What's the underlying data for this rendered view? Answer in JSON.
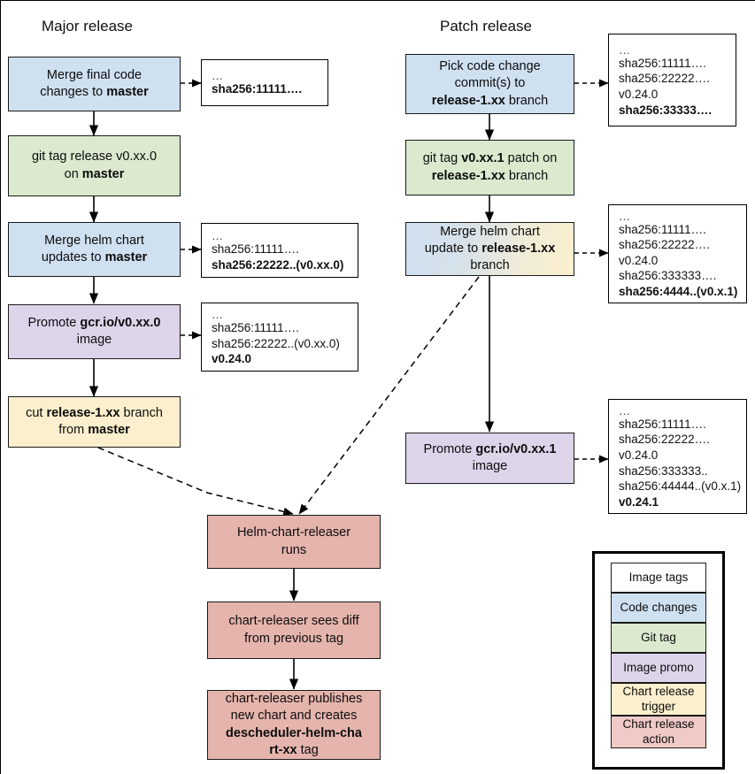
{
  "columns": {
    "major": {
      "title": "Major release"
    },
    "patch": {
      "title": "Patch release"
    }
  },
  "major_flow": [
    {
      "id": "merge-final-code",
      "type": "code-changes",
      "color": "#cfe0f1",
      "lines": [
        {
          "t": "Merge final code",
          "b": false
        },
        {
          "t": "changes to ",
          "b": false,
          "bold_tail": "master"
        }
      ]
    },
    {
      "id": "git-tag-release",
      "type": "git-tag",
      "color": "#dbeacf",
      "lines": [
        {
          "t": "git tag release v0.xx.0"
        },
        {
          "t": "on ",
          "bold_tail": "master"
        }
      ]
    },
    {
      "id": "merge-helm-chart-master",
      "type": "code-changes",
      "color": "#cfe0f1",
      "lines": [
        {
          "t": "Merge helm chart"
        },
        {
          "t": "updates to ",
          "bold_tail": "master"
        }
      ]
    },
    {
      "id": "promote-image-major",
      "type": "image-promo",
      "color": "#ddd4ea",
      "lines": [
        {
          "t": "Promote ",
          "bold_tail": "gcr.io/v0.xx.0"
        },
        {
          "t": "image"
        }
      ]
    },
    {
      "id": "cut-release-branch",
      "type": "chart-release-trigger",
      "color": "#fcefcd",
      "lines": [
        {
          "t": "cut ",
          "bold_mid": "release-1.xx",
          "tail": " branch"
        },
        {
          "t": "from ",
          "bold_tail": "master"
        }
      ]
    }
  ],
  "patch_flow": [
    {
      "id": "pick-code-change",
      "type": "code-changes",
      "color": "#cfe0f1",
      "lines": [
        {
          "t": "Pick code change"
        },
        {
          "t": "commit(s) to"
        },
        {
          "bold_lead": "release-1.xx",
          "tail": " branch"
        }
      ]
    },
    {
      "id": "git-tag-patch",
      "type": "git-tag",
      "color": "#dbeacf",
      "lines": [
        {
          "t": "git tag ",
          "bold_mid": "v0.xx.1",
          "tail": " patch on"
        },
        {
          "bold_lead": "release-1.xx",
          "tail": " branch"
        }
      ]
    },
    {
      "id": "merge-helm-chart-release",
      "type": "code-changes-and-trigger",
      "color": "gradient",
      "lines": [
        {
          "t": "Merge helm chart"
        },
        {
          "t": "update to ",
          "bold_tail": "release-1.xx"
        },
        {
          "t": "branch"
        }
      ]
    },
    {
      "id": "promote-image-patch",
      "type": "image-promo",
      "color": "#ddd4ea",
      "lines": [
        {
          "t": "Promote ",
          "bold_tail": "gcr.io/v0.xx.1"
        },
        {
          "t": "image"
        }
      ]
    }
  ],
  "bottom_flow": [
    {
      "id": "helm-chart-releaser-runs",
      "type": "chart-release-action",
      "color": "#e5b4ad",
      "lines": [
        {
          "t": "Helm-chart-releaser"
        },
        {
          "t": "runs"
        }
      ]
    },
    {
      "id": "chart-releaser-sees-diff",
      "type": "chart-release-action",
      "color": "#e5b4ad",
      "lines": [
        {
          "t": "chart-releaser sees diff"
        },
        {
          "t": "from previous tag"
        }
      ]
    },
    {
      "id": "chart-releaser-publishes",
      "type": "chart-release-action",
      "color": "#e5b4ad",
      "lines": [
        {
          "t": "chart-releaser publishes"
        },
        {
          "t": "new chart and creates"
        },
        {
          "bold_lead": "descheduler-helm-cha"
        },
        {
          "bold_lead": "rt-xx",
          "tail": " tag"
        }
      ]
    }
  ],
  "tag_boxes": {
    "t1": {
      "id": "tags-after-merge-final-code",
      "lines": [
        {
          "t": "…",
          "dots": true
        },
        {
          "t": "sha256:11111….",
          "bold": true
        }
      ]
    },
    "t2": {
      "id": "tags-after-merge-helm-master",
      "lines": [
        {
          "t": "…",
          "dots": true
        },
        {
          "t": "sha256:11111….",
          "bold": false
        },
        {
          "t": "sha256:22222..(v0.xx.0)",
          "bold": true
        }
      ]
    },
    "t3": {
      "id": "tags-after-promote-image-major",
      "lines": [
        {
          "t": "…",
          "dots": true
        },
        {
          "t": "sha256:11111….",
          "bold": false
        },
        {
          "t": "sha256:22222..(v0.xx.0)",
          "bold": false
        },
        {
          "t": "v0.24.0",
          "bold": true
        }
      ]
    },
    "t4": {
      "id": "tags-after-pick-code-change",
      "lines": [
        {
          "t": "…",
          "dots": true
        },
        {
          "t": "sha256:11111….",
          "bold": false
        },
        {
          "t": "sha256:22222….",
          "bold": false
        },
        {
          "t": "v0.24.0",
          "bold": false
        },
        {
          "t": "sha256:33333….",
          "bold": true
        }
      ]
    },
    "t5": {
      "id": "tags-after-merge-helm-release",
      "lines": [
        {
          "t": "…",
          "dots": true
        },
        {
          "t": "sha256:11111….",
          "bold": false
        },
        {
          "t": "sha256:22222….",
          "bold": false
        },
        {
          "t": "v0.24.0",
          "bold": false
        },
        {
          "t": "sha256:333333….",
          "bold": false
        },
        {
          "t": "sha256:4444..(v0.x.1)",
          "bold": true
        }
      ]
    },
    "t6": {
      "id": "tags-after-promote-image-patch",
      "lines": [
        {
          "t": "…",
          "dots": true
        },
        {
          "t": "sha256:11111….",
          "bold": false
        },
        {
          "t": "sha256:22222….",
          "bold": false
        },
        {
          "t": "v0.24.0",
          "bold": false
        },
        {
          "t": "sha256:333333..",
          "bold": false
        },
        {
          "t": "sha256:44444..(v0.x.1)",
          "bold": false
        },
        {
          "t": "v0.24.1",
          "bold": true
        }
      ]
    }
  },
  "legend": {
    "items": [
      {
        "label": "Image tags",
        "color": "#ffffff"
      },
      {
        "label": "Code changes",
        "color": "#cfe0f1"
      },
      {
        "label": "Git tag",
        "color": "#dbeacf"
      },
      {
        "label": "Image promo",
        "color": "#ddd4ea"
      },
      {
        "label": "Chart release trigger",
        "color": "#fcefcd"
      },
      {
        "label": "Chart release action",
        "color": "#f0cac6"
      }
    ]
  }
}
